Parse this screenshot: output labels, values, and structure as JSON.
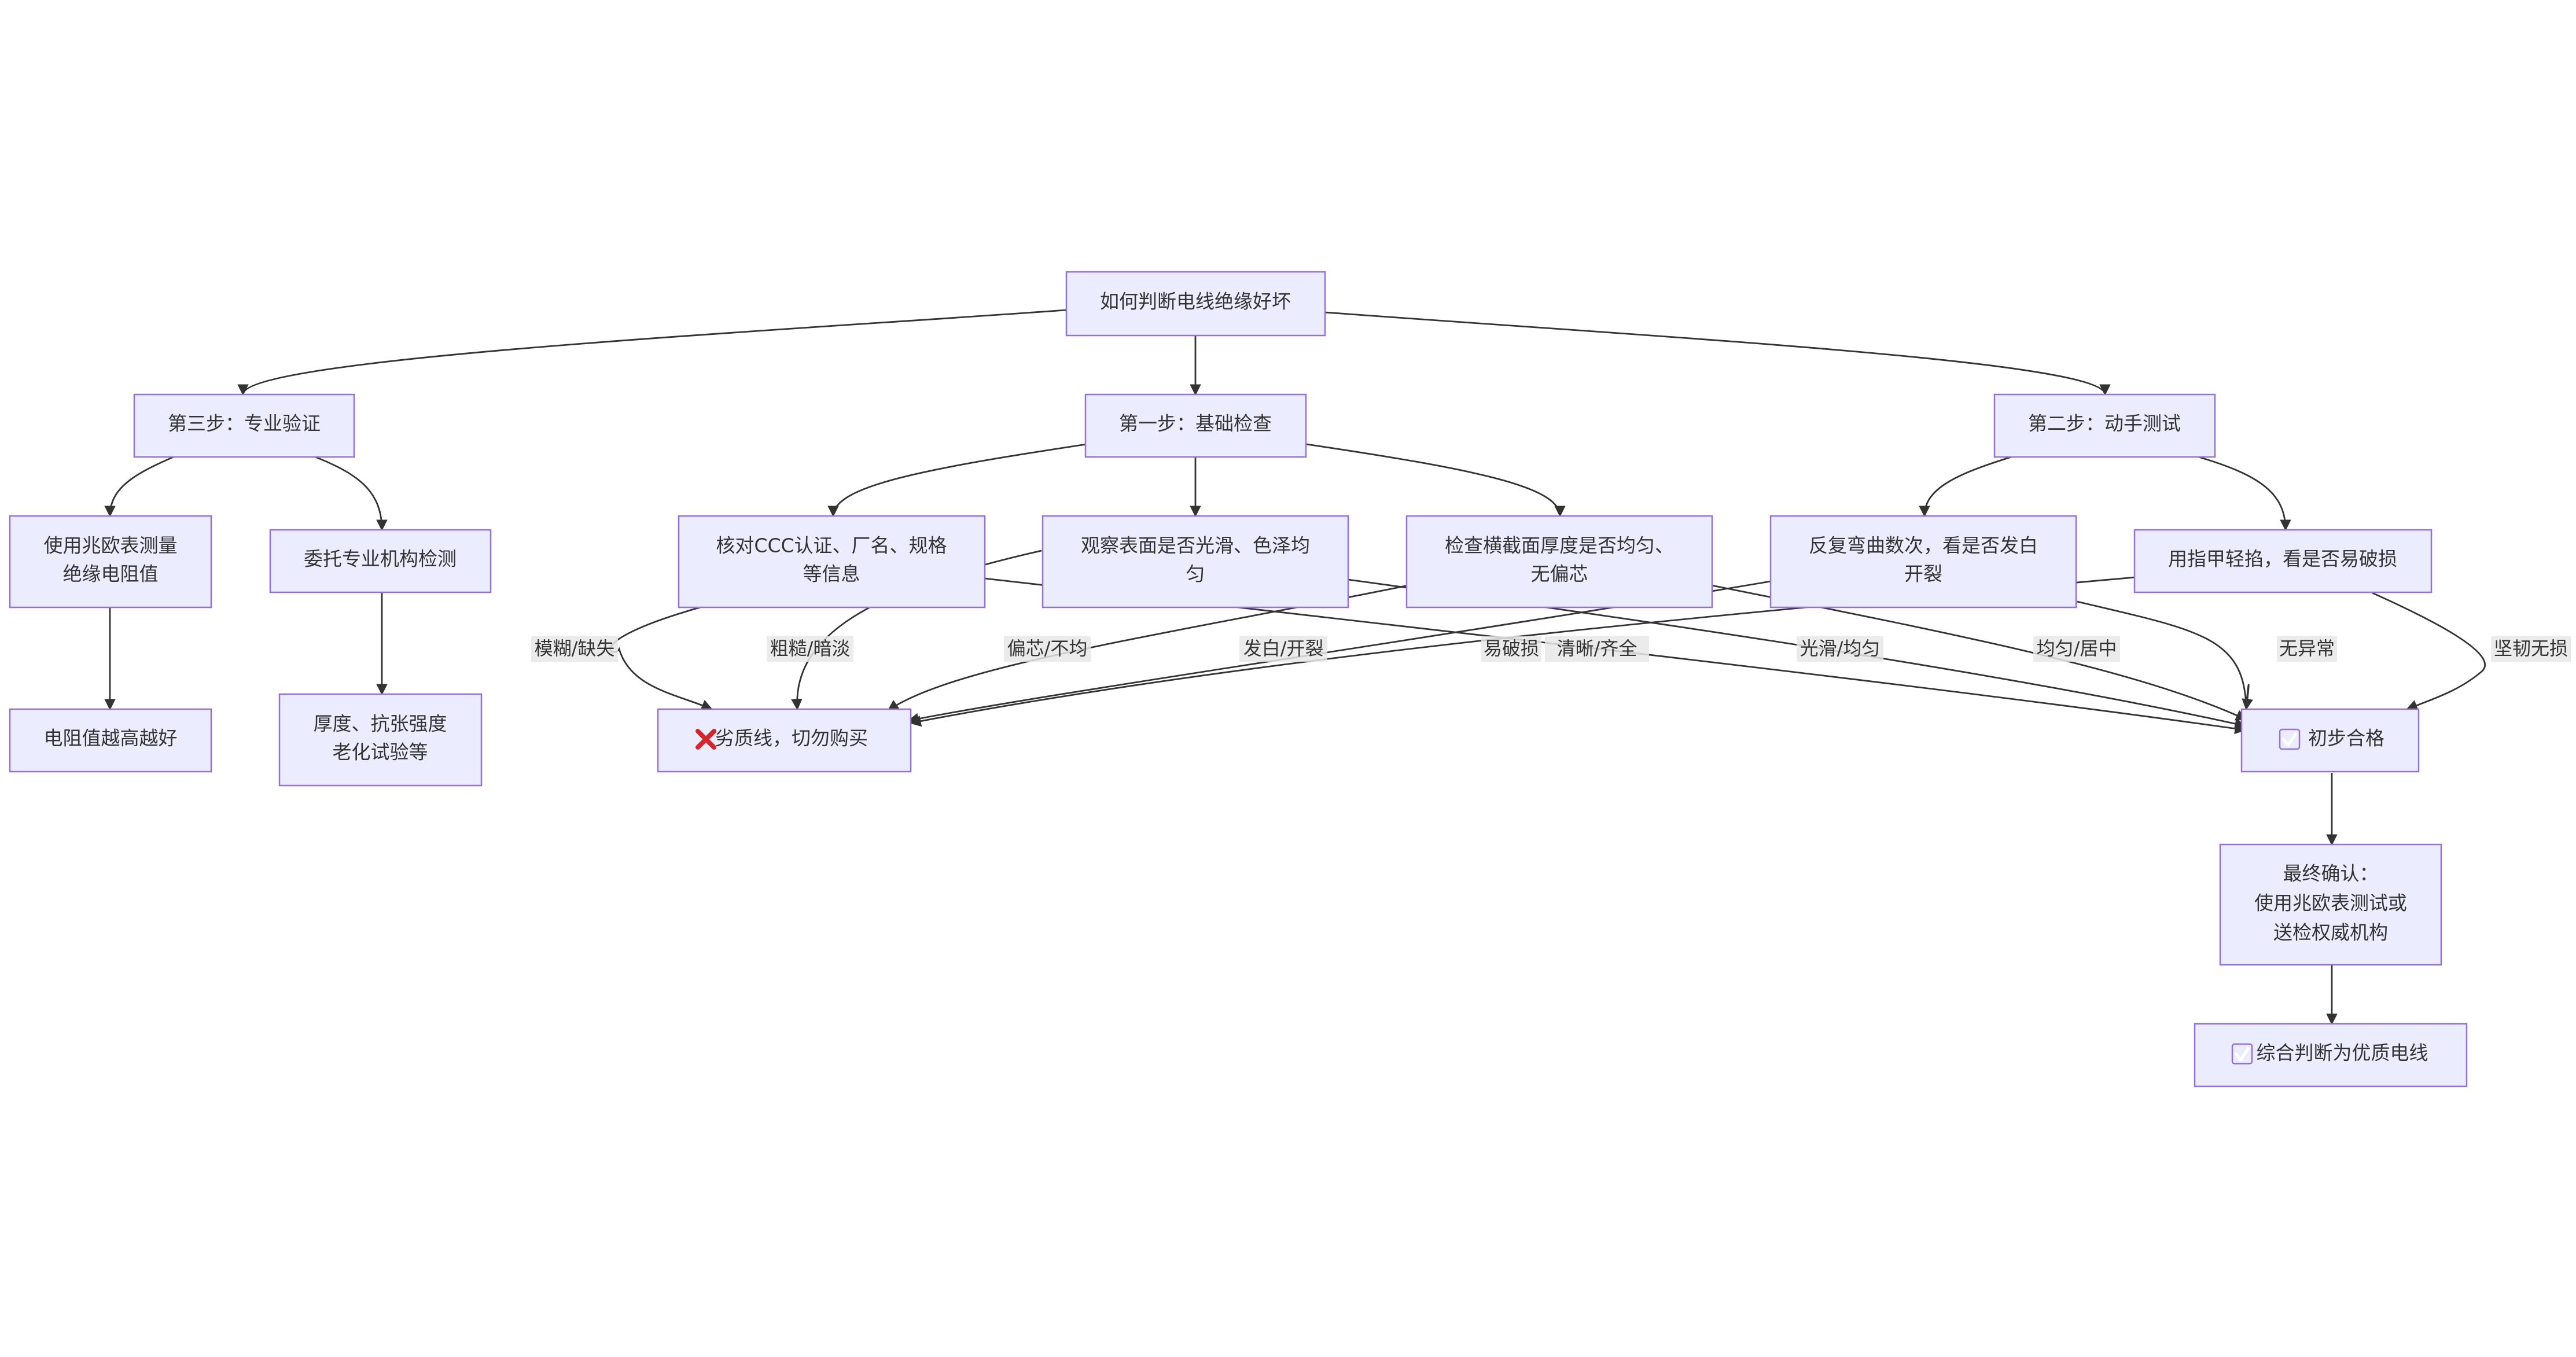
{
  "nodes": {
    "root": "如何判断电线绝缘好坏",
    "step1": "第一步：基础检查",
    "step2": "第二步：动手测试",
    "step3": "第三步：专业验证",
    "verify_ccc": [
      "核对CCC认证、厂名、规格",
      "等信息"
    ],
    "observe_surface": [
      "观察表面是否光滑、色泽均",
      "匀"
    ],
    "check_section": [
      "检查横截面厚度是否均匀、",
      "无偏芯"
    ],
    "bend_test": [
      "反复弯曲数次，看是否发白",
      "开裂"
    ],
    "nail_test": "用指甲轻掐，看是否易破损",
    "megger": [
      "使用兆欧表测量",
      "绝缘电阻值"
    ],
    "agency": "委托专业机构检测",
    "resistance_high": "电阻值越高越好",
    "agency_items": [
      "厚度、抗张强度",
      "老化试验等"
    ],
    "inferior": "劣质线，切勿购买",
    "pass": "初步合格",
    "final_confirm": [
      "最终确认：",
      "使用兆欧表测试或",
      "送检权威机构"
    ],
    "quality": "综合判断为优质电线"
  },
  "edge_labels": {
    "ccc_bad": "模糊/缺失",
    "surface_bad": "粗糙/暗淡",
    "section_bad": "偏芯/不均",
    "bend_bad": "发白/开裂",
    "nail_bad": "易破损",
    "ccc_good": "清晰/齐全",
    "surface_good": "光滑/均匀",
    "section_good": "均匀/居中",
    "bend_good": "无异常",
    "nail_good": "坚韧无损"
  },
  "icons": {
    "inferior": "cross-mark-icon",
    "pass": "check-mark-icon",
    "quality": "check-mark-icon"
  },
  "colors": {
    "node_fill": "#ECECFF",
    "node_stroke": "#9370DB",
    "edge": "#333333",
    "cross": "#d6262c",
    "check": "#1ea532"
  }
}
